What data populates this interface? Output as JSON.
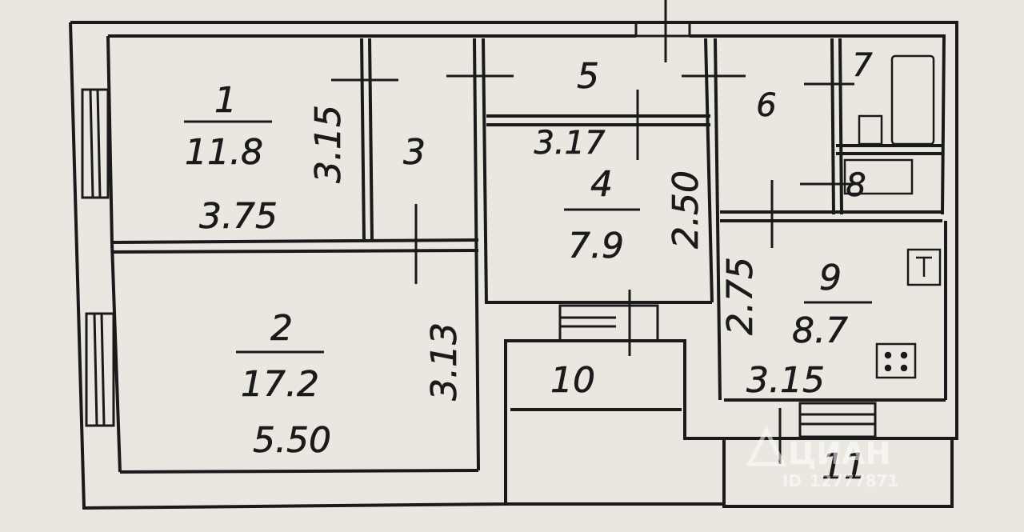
{
  "rooms": [
    {
      "number": "1",
      "area": "11.8",
      "width": "3.75",
      "depth": "3.15"
    },
    {
      "number": "2",
      "area": "17.2",
      "width": "5.50",
      "depth": "3.13"
    },
    {
      "number": "3"
    },
    {
      "number": "4",
      "area": "7.9",
      "width": "3.17",
      "depth": "2.50"
    },
    {
      "number": "5"
    },
    {
      "number": "6"
    },
    {
      "number": "7"
    },
    {
      "number": "8"
    },
    {
      "number": "9",
      "area": "8.7",
      "width": "3.15",
      "depth": "2.75"
    },
    {
      "number": "10"
    },
    {
      "number": "11"
    }
  ],
  "watermark": {
    "brand": "ЦИАН",
    "id_label": "ID",
    "id_value": "12777871"
  },
  "colors": {
    "paper": "#e9e7df",
    "ink": "#1a1a1a",
    "watermark": "#ffffff"
  }
}
